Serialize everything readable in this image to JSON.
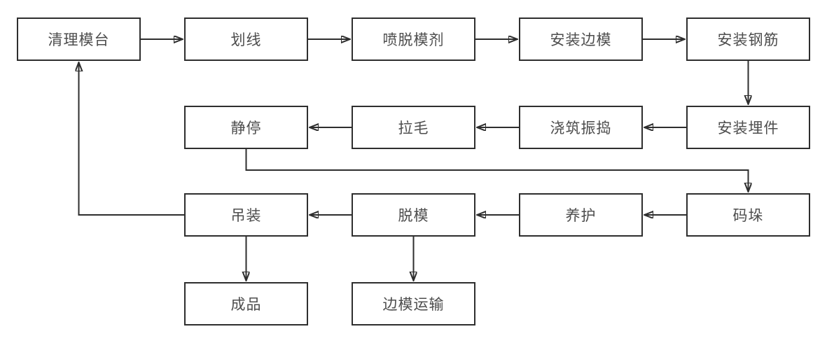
{
  "diagram": {
    "type": "flowchart",
    "colors": {
      "line": "#2e2e2e",
      "box_border": "#2e2e2e",
      "text": "#4d4d4d",
      "background": "#ffffff"
    },
    "nodes": [
      {
        "id": "clean-mold-table",
        "label": "清理模台"
      },
      {
        "id": "marking",
        "label": "划线"
      },
      {
        "id": "spray-release-agent",
        "label": "喷脱模剂"
      },
      {
        "id": "install-side-molds",
        "label": "安装边模"
      },
      {
        "id": "install-rebar",
        "label": "安装钢筋"
      },
      {
        "id": "install-embedded-parts",
        "label": "安装埋件"
      },
      {
        "id": "pour-vibrate",
        "label": "浇筑振捣"
      },
      {
        "id": "roughening",
        "label": "拉毛"
      },
      {
        "id": "resting",
        "label": "静停"
      },
      {
        "id": "stacking",
        "label": "码垛"
      },
      {
        "id": "curing",
        "label": "养护"
      },
      {
        "id": "demolding",
        "label": "脱模"
      },
      {
        "id": "hoisting",
        "label": "吊装"
      },
      {
        "id": "finished-product",
        "label": "成品"
      },
      {
        "id": "side-mold-transport",
        "label": "边模运输"
      }
    ],
    "edges": [
      {
        "from": "clean-mold-table",
        "to": "marking"
      },
      {
        "from": "marking",
        "to": "spray-release-agent"
      },
      {
        "from": "spray-release-agent",
        "to": "install-side-molds"
      },
      {
        "from": "install-side-molds",
        "to": "install-rebar"
      },
      {
        "from": "install-rebar",
        "to": "install-embedded-parts"
      },
      {
        "from": "install-embedded-parts",
        "to": "pour-vibrate"
      },
      {
        "from": "pour-vibrate",
        "to": "roughening"
      },
      {
        "from": "roughening",
        "to": "resting"
      },
      {
        "from": "resting",
        "to": "stacking"
      },
      {
        "from": "stacking",
        "to": "curing"
      },
      {
        "from": "curing",
        "to": "demolding"
      },
      {
        "from": "demolding",
        "to": "hoisting"
      },
      {
        "from": "hoisting",
        "to": "clean-mold-table"
      },
      {
        "from": "hoisting",
        "to": "finished-product"
      },
      {
        "from": "demolding",
        "to": "side-mold-transport"
      }
    ]
  }
}
